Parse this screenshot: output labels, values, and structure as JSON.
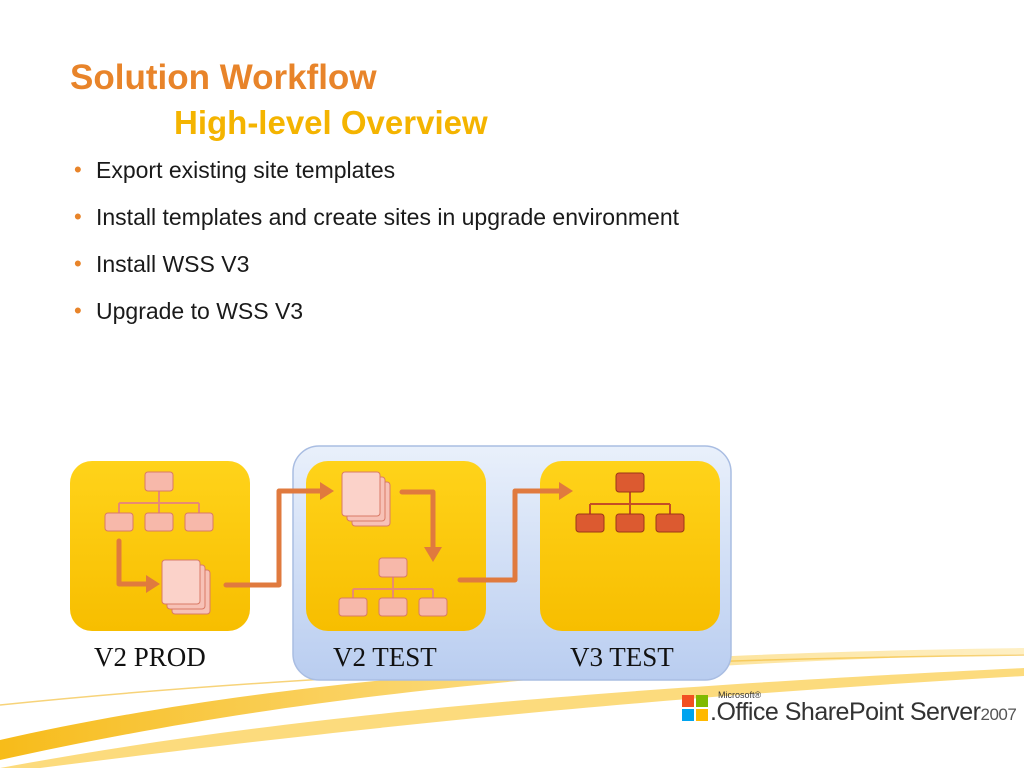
{
  "slide": {
    "title": "Solution Workflow",
    "subtitle": "High-level Overview",
    "bullets": [
      "Export existing site templates",
      "Install templates  and create sites in upgrade environment",
      "Install WSS V3",
      "Upgrade to WSS V3"
    ]
  },
  "diagram": {
    "environments": [
      "V2 PROD",
      "V2 TEST",
      "V3 TEST"
    ],
    "colors": {
      "box_fill": "#fcc800",
      "group_fill": "#c9d9f5",
      "arrow": "#e07a3e",
      "node_light": "#f5b5a8",
      "node_dark": "#d9572d"
    },
    "icons": [
      "site-hierarchy-icon",
      "template-stack-icon",
      "flow-arrow-icon"
    ]
  },
  "branding": {
    "microsoft": "Microsoft®",
    "product": ".Office SharePoint Server",
    "year": "2007"
  }
}
